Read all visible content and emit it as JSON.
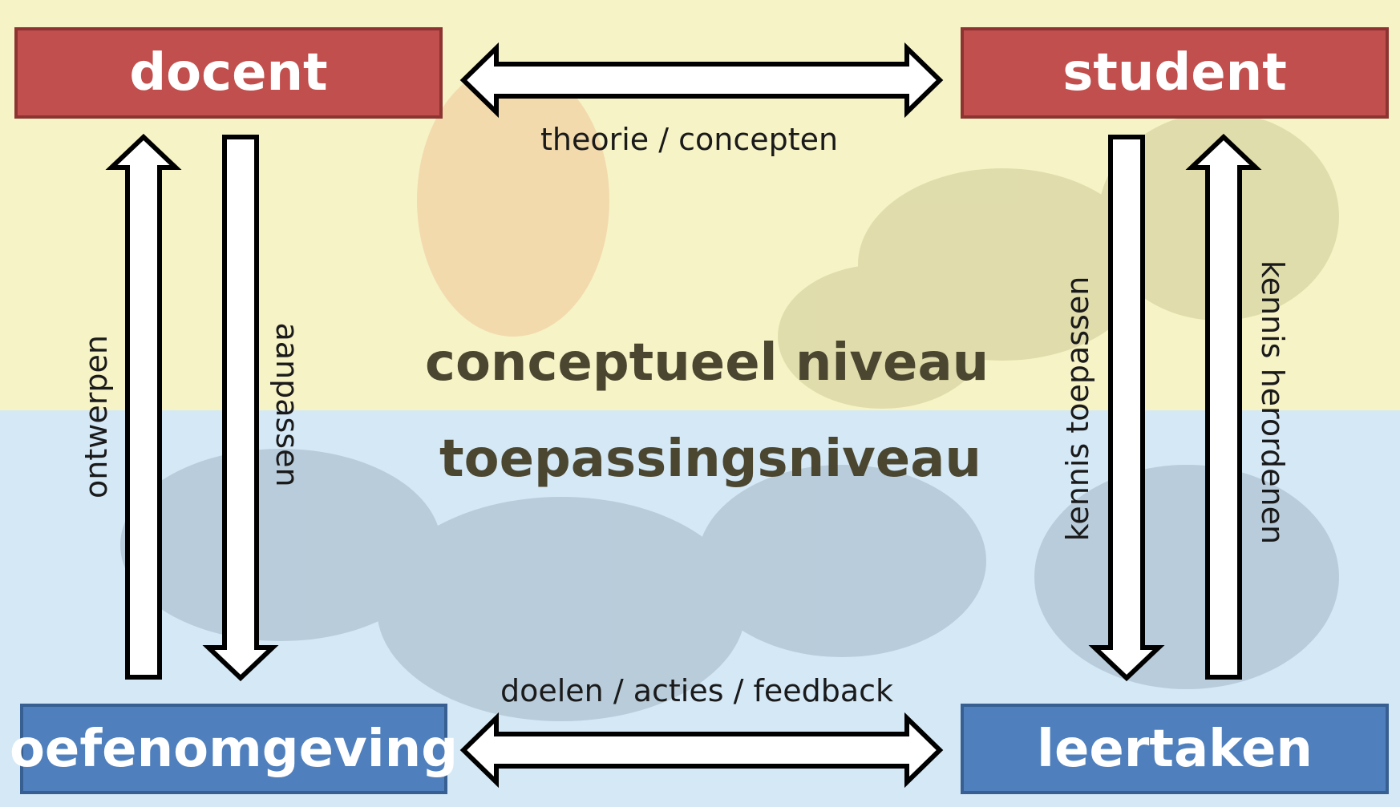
{
  "nodes": {
    "docent": "docent",
    "student": "student",
    "oefenomgeving": "oefenomgeving",
    "leertaken": "leertaken"
  },
  "edges": {
    "top": "theorie / concepten",
    "bottom": "doelen / acties / feedback",
    "left_up": "ontwerpen",
    "left_down": "aanpassen",
    "right_down": "kennis toepassen",
    "right_up": "kennis herordenen"
  },
  "levels": {
    "conceptual": "conceptueel niveau",
    "application": "toepassingsniveau"
  },
  "colors": {
    "red_box": "#c04f4d",
    "blue_box": "#4f80bd",
    "top_band": "#f6f3c6",
    "bottom_band": "#d4e8f6",
    "level_text": "#4b4630"
  }
}
